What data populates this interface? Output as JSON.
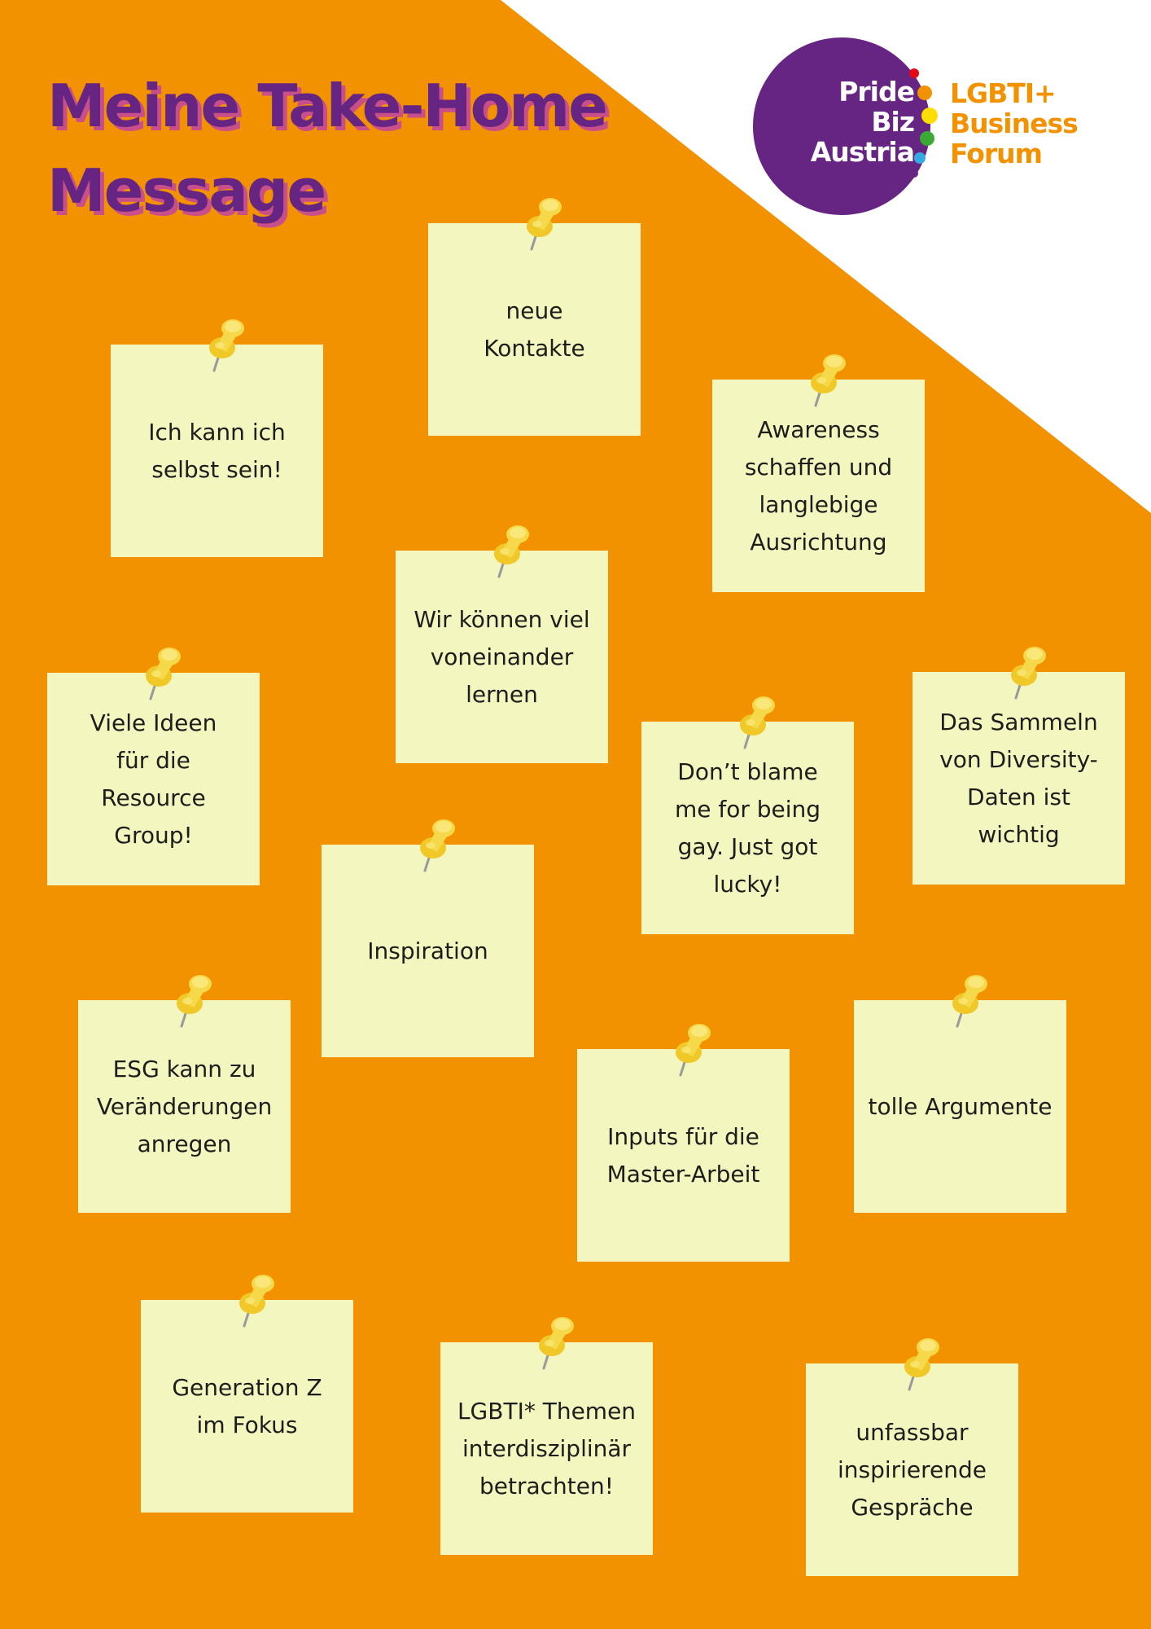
{
  "title": {
    "line1": "Meine Take-Home",
    "line2": "Message"
  },
  "logo": {
    "circle_lines": [
      "Pride",
      "Biz",
      "Austria"
    ],
    "right_lines": [
      "LGBTI+",
      "Business",
      "Forum"
    ],
    "dot_colors": [
      "#e30613",
      "#f39200",
      "#ffdd00",
      "#3aaa35",
      "#36a9e1",
      "#662483"
    ]
  },
  "colors": {
    "background": "#f39200",
    "corner": "#ffffff",
    "title": "#662483",
    "title_shadow": "#c84f8a",
    "note": "#f3f6bf",
    "pin": "#f5d94a"
  },
  "notes": [
    {
      "id": "neue-kontakte",
      "text": "neue\nKontakte"
    },
    {
      "id": "ich-kann-ich-selbst-sein",
      "text": "Ich kann ich\nselbst sein!"
    },
    {
      "id": "awareness-schaffen",
      "text": "Awareness\nschaffen und\nlanglebige\nAusrichtung"
    },
    {
      "id": "voneinander-lernen",
      "text": "Wir können viel\nvoneinander\nlernen"
    },
    {
      "id": "viele-ideen",
      "text": "Viele Ideen\nfür die\nResource\nGroup!"
    },
    {
      "id": "dont-blame-me",
      "text": "Don’t blame\nme for being\ngay. Just got\nlucky!"
    },
    {
      "id": "diversity-daten",
      "text": "Das Sammeln\nvon Diversity-\nDaten ist\nwichtig"
    },
    {
      "id": "inspiration",
      "text": "Inspiration"
    },
    {
      "id": "esg",
      "text": "ESG kann zu\nVeränderungen\nanregen"
    },
    {
      "id": "master-arbeit",
      "text": "Inputs für die\nMaster-Arbeit"
    },
    {
      "id": "tolle-argumente",
      "text": "tolle Argumente"
    },
    {
      "id": "generation-z",
      "text": "Generation Z\nim Fokus"
    },
    {
      "id": "lgbti-themen",
      "text": "LGBTI* Themen\ninterdisziplinär\nbetrachten!"
    },
    {
      "id": "gespraeche",
      "text": "unfassbar\ninspirierende\nGespräche"
    }
  ]
}
